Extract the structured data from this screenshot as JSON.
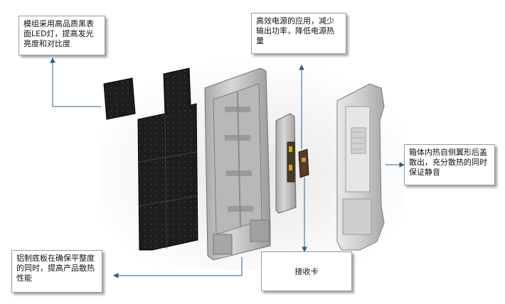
{
  "callouts": {
    "module": "模组采用高品质黑表面LED灯，提高发光亮度和对比度",
    "power": "高效电源的应用，减少输出功率，降低电源热量",
    "cabinet": "箱体内热自侧翼形后盖散出，充分散热的同时保证静音",
    "base": "铝制底板在确保平整度的同时，提高产品散热性能",
    "receiver": "接收卡"
  },
  "colors": {
    "connector": "#2e5f8a",
    "module": "#1a1a1a",
    "metal": "#c9c9c9",
    "metal_dark": "#8f8f8f",
    "background_glow": "#eeeeee"
  }
}
